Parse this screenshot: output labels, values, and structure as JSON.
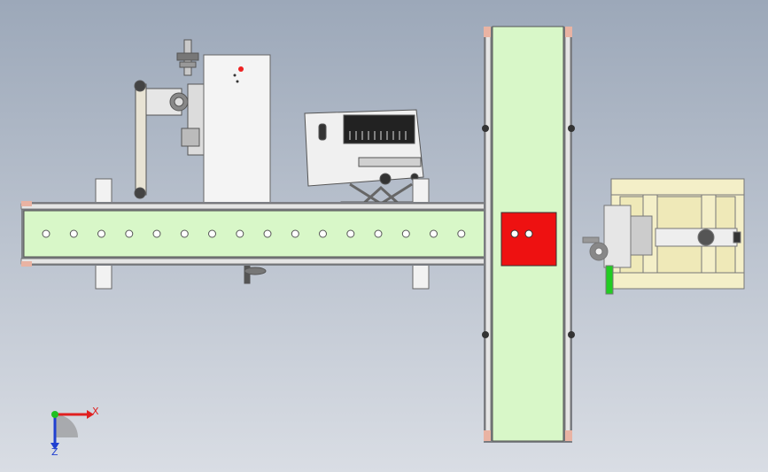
{
  "viewport": {
    "background_top": "#9ca8b9",
    "background_bottom": "#d9dde4"
  },
  "colors": {
    "conveyor_green": "#d8f7c8",
    "frame_gray": "#7f8288",
    "plate_white": "#f4f4f4",
    "red_block": "#ee1111",
    "cream_frame": "#f4efc8",
    "pink_bracket": "#e9b3a3",
    "green_post": "#22cc22"
  },
  "main_conveyor": {
    "hole_count": 17
  },
  "cross_conveyor": {
    "red_block_hole_count": 2
  },
  "triad": {
    "x_label": "X",
    "z_label": "Z",
    "x_color": "#e02020",
    "y_color": "#20c020",
    "z_color": "#2040d0"
  }
}
